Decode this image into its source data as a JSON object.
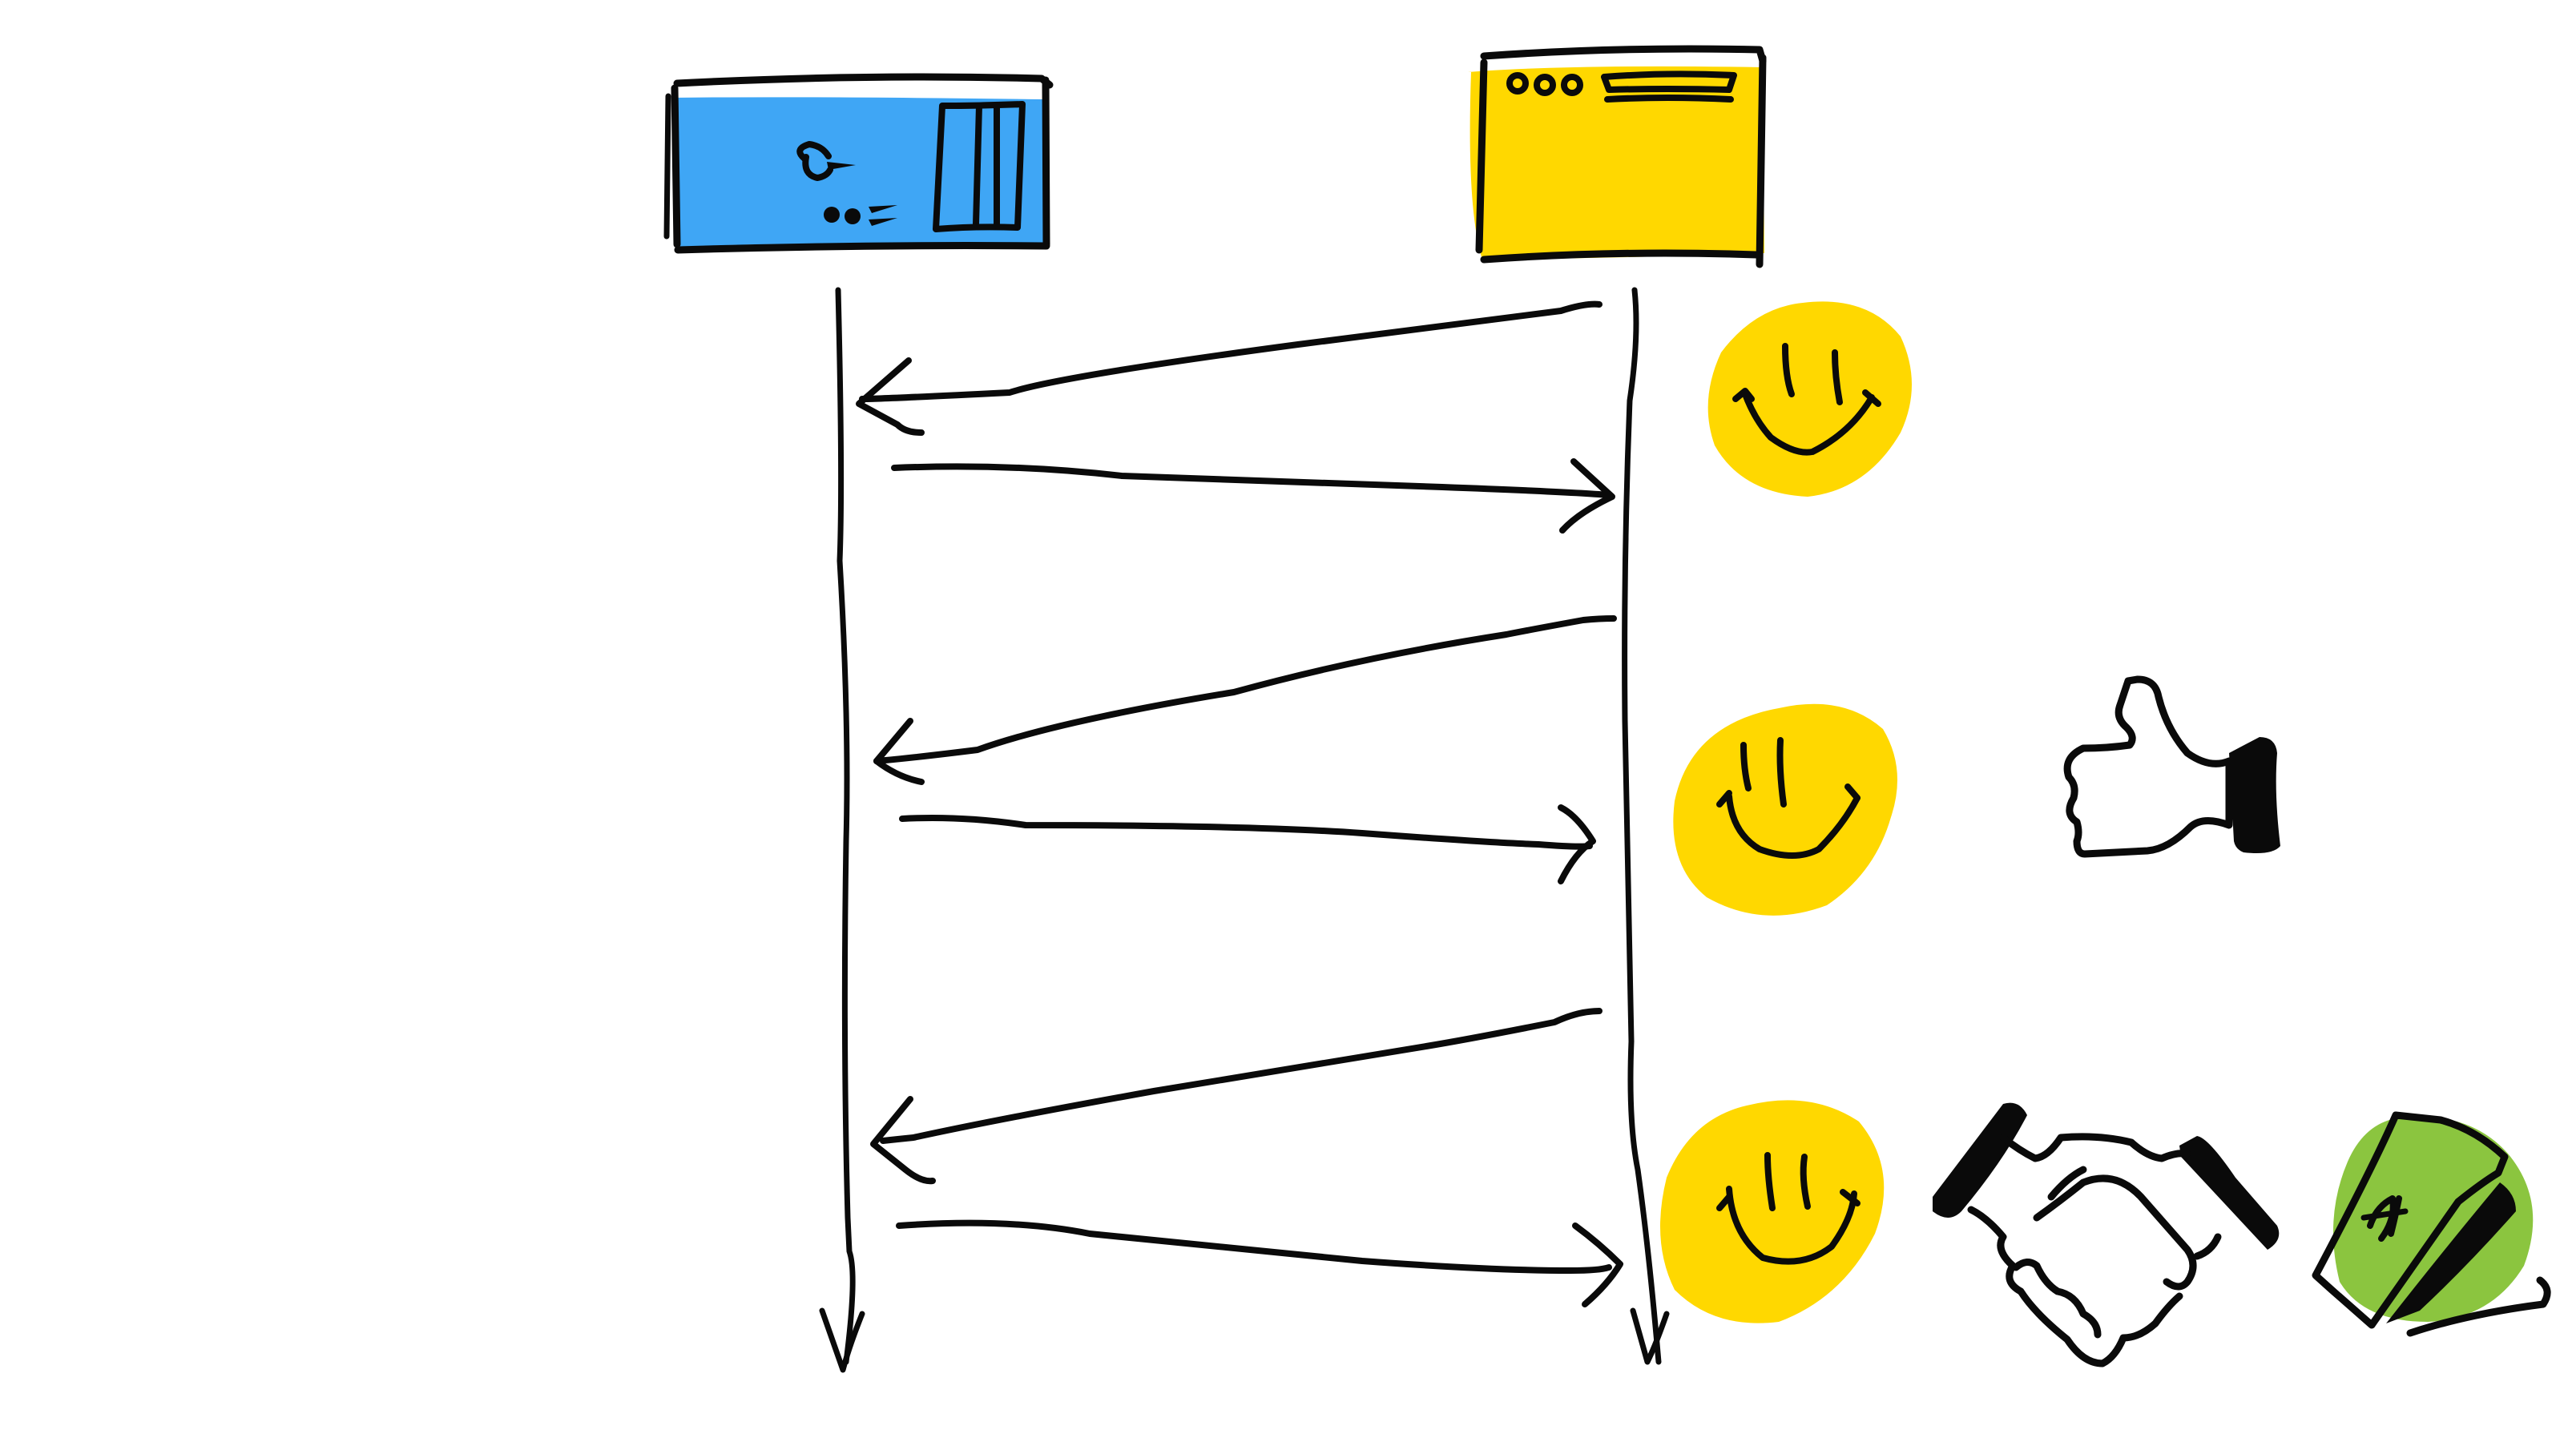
{
  "colors": {
    "ink": "#0a0a0a",
    "server_fill": "#3fa6f5",
    "browser_fill": "#ffd800",
    "smiley_fill": "#ffd800",
    "money_fill": "#8bc53f",
    "background": "#ffffff"
  },
  "participants": [
    {
      "id": "server",
      "icon": "server-icon"
    },
    {
      "id": "browser",
      "icon": "browser-window-icon"
    }
  ],
  "messages": [
    {
      "from": "browser",
      "to": "server"
    },
    {
      "from": "server",
      "to": "browser"
    },
    {
      "from": "browser",
      "to": "server"
    },
    {
      "from": "server",
      "to": "browser"
    },
    {
      "from": "browser",
      "to": "server"
    },
    {
      "from": "server",
      "to": "browser"
    }
  ],
  "reactions": [
    {
      "icons": [
        "smiley-icon"
      ]
    },
    {
      "icons": [
        "smiley-icon",
        "thumbs-up-icon"
      ]
    },
    {
      "icons": [
        "smiley-icon",
        "handshake-icon",
        "money-icon"
      ]
    }
  ]
}
